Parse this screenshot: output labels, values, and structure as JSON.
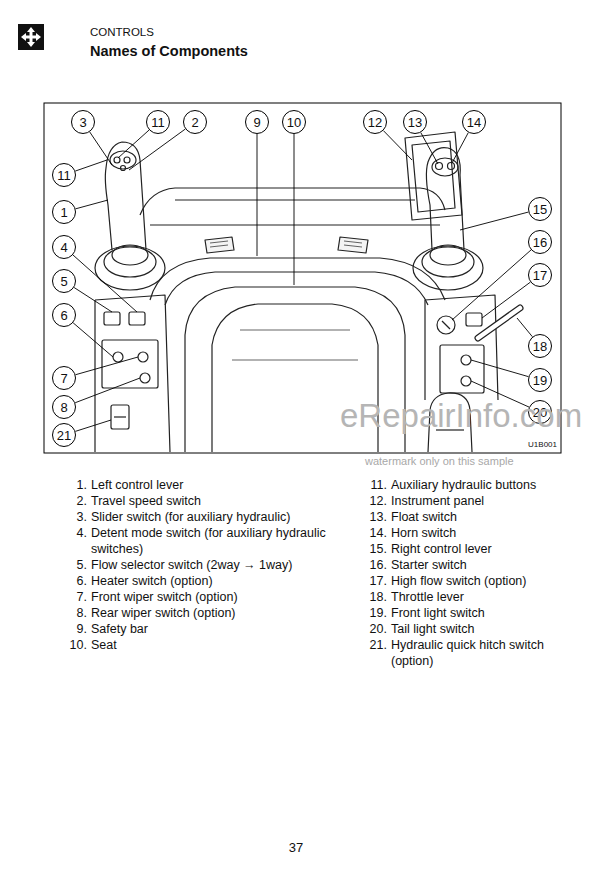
{
  "diagram": {
    "title": "Names of Components",
    "nodes": [
      {
        "text": [
          "3"
        ]
      },
      {
        "text": [
          "11"
        ]
      },
      {
        "text": [
          "2"
        ]
      },
      {
        "text": [
          "9"
        ]
      },
      {
        "text": [
          "10"
        ]
      },
      {
        "text": [
          "12"
        ]
      },
      {
        "text": [
          "13"
        ]
      },
      {
        "text": [
          "14"
        ]
      },
      {
        "text": [
          "11"
        ]
      },
      {
        "text": [
          "1"
        ]
      },
      {
        "text": [
          "15"
        ]
      },
      {
        "text": [
          "4"
        ]
      },
      {
        "text": [
          "16"
        ]
      },
      {
        "text": [
          "5"
        ]
      },
      {
        "text": [
          "17"
        ]
      },
      {
        "text": [
          "6"
        ]
      },
      {
        "text": [
          "18"
        ]
      },
      {
        "text": [
          "7"
        ]
      },
      {
        "text": [
          "19"
        ]
      },
      {
        "text": [
          "8"
        ]
      },
      {
        "text": [
          "20"
        ]
      },
      {
        "text": [
          "21"
        ]
      }
    ],
    "labels": [
      "CONTROLS",
      "1.",
      "Left control lever",
      "2.",
      "Travel speed switch",
      "3.",
      "Slider switch (for auxiliary hydraulic)",
      "4.",
      "Detent mode switch (for auxiliary hydraulic switches)",
      "5.",
      "Flow selector switch (2way → 1way)",
      "6.",
      "Heater switch (option)",
      "7.",
      "Front wiper switch (option)",
      "8.",
      "Rear wiper switch (option)",
      "9.",
      "Safety bar",
      "10.",
      "Seat",
      "11.",
      "Auxiliary hydraulic buttons",
      "12.",
      "Instrument panel",
      "13.",
      "Float switch",
      "14.",
      "Horn switch",
      "15.",
      "Right control lever",
      "16.",
      "Starter switch",
      "17.",
      "High flow switch (option)",
      "18.",
      "Throttle lever",
      "19.",
      "Front light switch",
      "20.",
      "Tail light switch",
      "21.",
      "Hydraulic quick hitch switch (option)",
      "U1B001",
      "eRepairInfo.com",
      "watermark only on this sample",
      "37"
    ]
  }
}
